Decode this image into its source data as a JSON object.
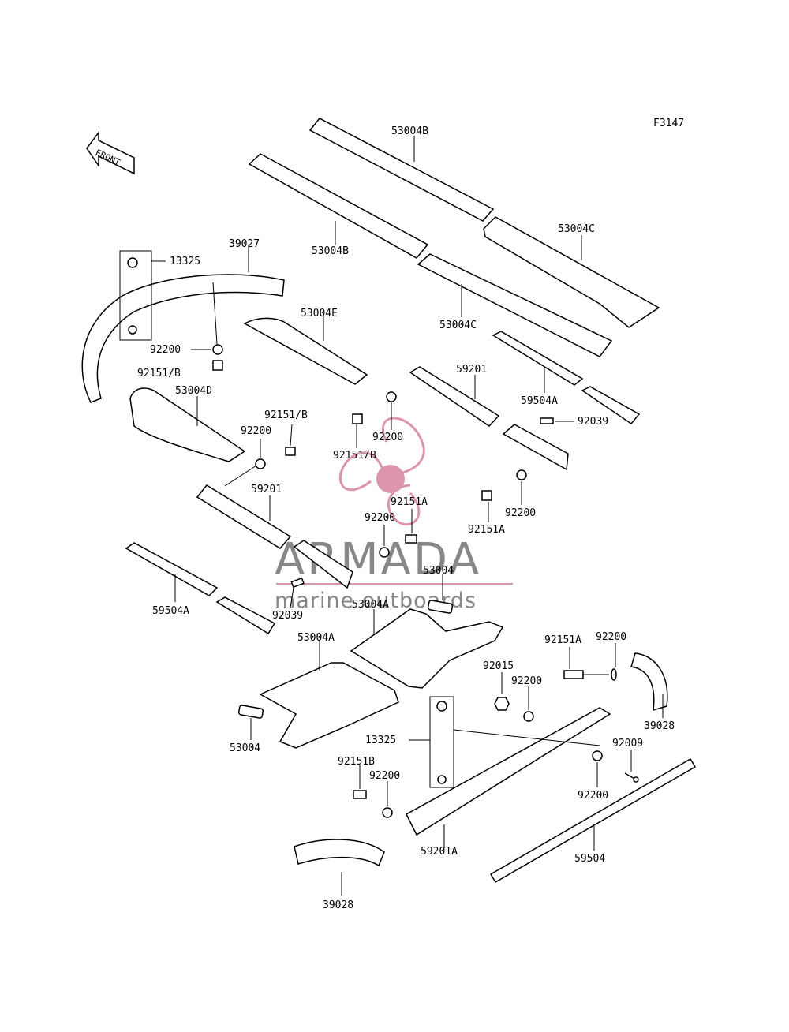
{
  "diagram_code": "F3147",
  "front_label": "FRONT",
  "watermark": {
    "brand": "ARMADA",
    "tagline": "marine outboards",
    "color": "#d98aa3",
    "text_color": "#7b7b7b"
  },
  "parts": {
    "p53004B_top": "53004B",
    "p53004B_bottom": "53004B",
    "p53004C_right": "53004C",
    "p53004C_mid": "53004C",
    "p53004E": "53004E",
    "p53004D": "53004D",
    "p39027": "39027",
    "p13325_top": "13325",
    "p92200_a": "92200",
    "p92151B_a": "92151/B",
    "p92151B_b": "92151/B",
    "p92200_b": "92200",
    "p59201_a": "59201",
    "p59504A_right": "59504A",
    "p92039_right": "92039",
    "p92200_c": "92200",
    "p92151B_c": "92151/B",
    "p92151A_a": "92151A",
    "p92200_d": "92200",
    "p92151A_b": "92151A",
    "p59201_b": "59201",
    "p92200_e": "92200",
    "p53004_a": "53004",
    "p53004A_a": "53004A",
    "p59504A_left": "59504A",
    "p92039_left": "92039",
    "p53004A_b": "53004A",
    "p92151A_c": "92151A",
    "p92200_f": "92200",
    "p92015": "92015",
    "p92200_g": "92200",
    "p39028_right": "39028",
    "p53004_b": "53004",
    "p13325_bottom": "13325",
    "p92009": "92009",
    "p92151B_d": "92151B",
    "p92200_h": "92200",
    "p92200_i": "92200",
    "p59201A": "59201A",
    "p59504": "59504",
    "p39028_bottom": "39028"
  }
}
